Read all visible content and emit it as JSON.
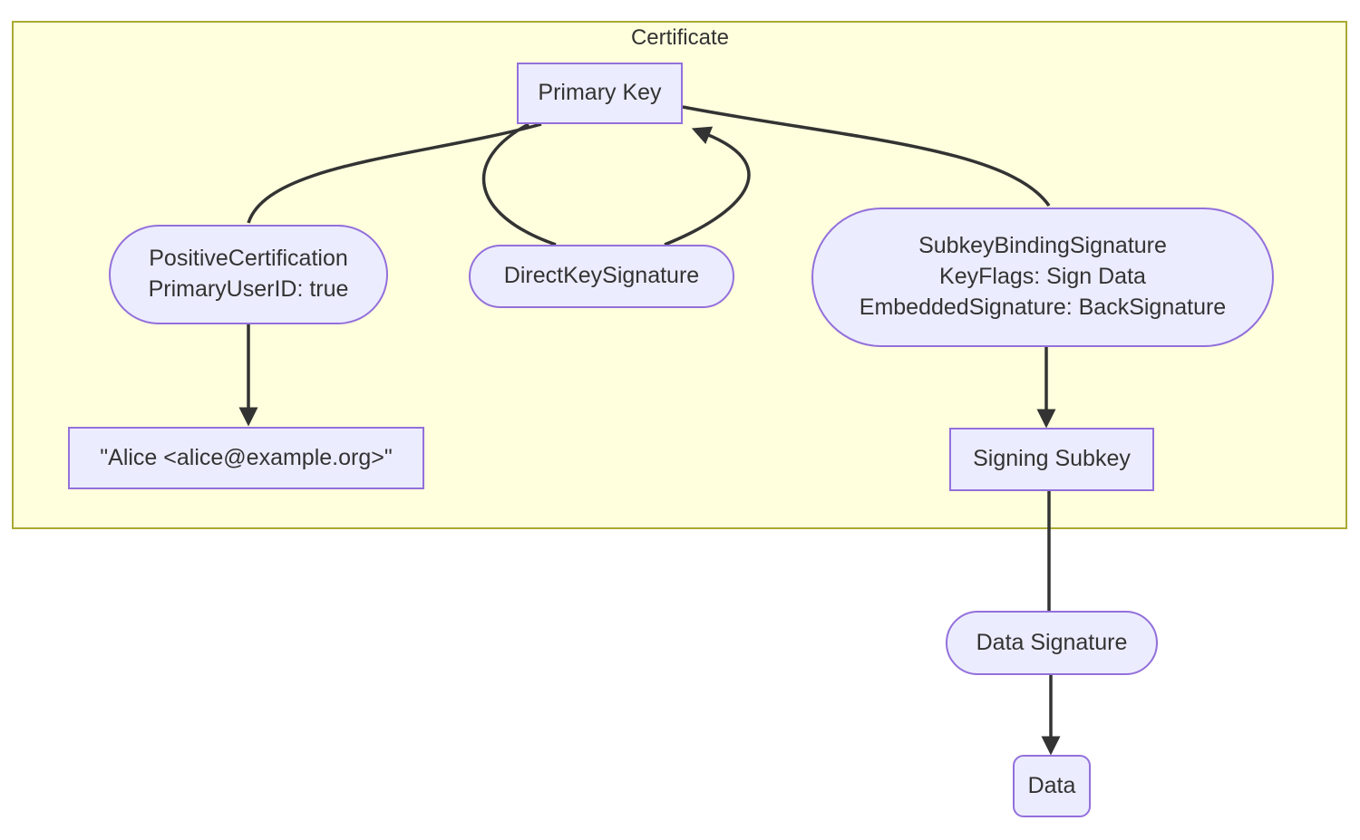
{
  "diagram": {
    "cluster": {
      "label": "Certificate"
    },
    "nodes": {
      "primary_key": {
        "label": "Primary Key",
        "shape": "rect"
      },
      "positive_certification": {
        "line1": "PositiveCertification",
        "line2": "PrimaryUserID: true",
        "shape": "stadium"
      },
      "direct_key_signature": {
        "label": "DirectKeySignature",
        "shape": "stadium"
      },
      "subkey_binding_signature": {
        "line1": "SubkeyBindingSignature",
        "line2": "KeyFlags: Sign Data",
        "line3": "EmbeddedSignature: BackSignature",
        "shape": "stadium"
      },
      "user_id": {
        "label": "\"Alice <alice@example.org>\"",
        "shape": "rect"
      },
      "signing_subkey": {
        "label": "Signing Subkey",
        "shape": "rect"
      },
      "data_signature": {
        "label": "Data Signature",
        "shape": "stadium"
      },
      "data": {
        "label": "Data",
        "shape": "rounded-rect"
      }
    },
    "edges": [
      {
        "from": "primary_key",
        "to": "positive_certification",
        "arrow": false
      },
      {
        "from": "positive_certification",
        "to": "user_id",
        "arrow": true
      },
      {
        "from": "primary_key",
        "to": "direct_key_signature",
        "arrow": false
      },
      {
        "from": "direct_key_signature",
        "to": "primary_key",
        "arrow": true
      },
      {
        "from": "primary_key",
        "to": "subkey_binding_signature",
        "arrow": false
      },
      {
        "from": "subkey_binding_signature",
        "to": "signing_subkey",
        "arrow": true
      },
      {
        "from": "signing_subkey",
        "to": "data_signature",
        "arrow": false
      },
      {
        "from": "data_signature",
        "to": "data",
        "arrow": true
      }
    ],
    "colors": {
      "node_fill": "#ECECFF",
      "node_border": "#9370DB",
      "cluster_fill": "#FFFFDE",
      "cluster_border": "#AAAA33",
      "edge": "#333333",
      "text": "#333333"
    }
  }
}
